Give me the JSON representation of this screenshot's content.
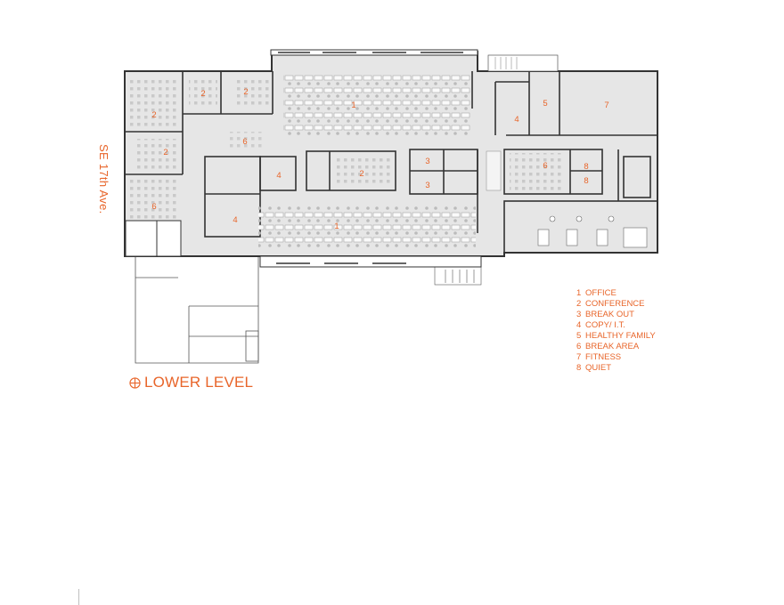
{
  "street_label": "SE 17th Ave.",
  "level_label": "LOWER LEVEL",
  "legend": [
    {
      "num": "1",
      "label": "OFFICE"
    },
    {
      "num": "2",
      "label": "CONFERENCE"
    },
    {
      "num": "3",
      "label": "BREAK OUT"
    },
    {
      "num": "4",
      "label": "COPY/ I.T."
    },
    {
      "num": "5",
      "label": "HEALTHY FAMILY"
    },
    {
      "num": "6",
      "label": "BREAK AREA"
    },
    {
      "num": "7",
      "label": "FITNESS"
    },
    {
      "num": "8",
      "label": "QUIET"
    }
  ],
  "room_labels": {
    "r2_a": "2",
    "r2_b": "2",
    "r2_c": "2",
    "r2_d": "2",
    "r2_e": "2",
    "r6_a": "6",
    "r6_b": "6",
    "r6_c": "6",
    "r1_top": "1",
    "r1_bottom": "1",
    "r4_a": "4",
    "r4_b": "4",
    "r4_c": "4",
    "r3_a": "3",
    "r3_b": "3",
    "r5": "5",
    "r7": "7",
    "r8_a": "8",
    "r8_b": "8"
  },
  "colors": {
    "accent": "#e8652a",
    "floor": "#e6e6e6",
    "wall": "#333333"
  }
}
